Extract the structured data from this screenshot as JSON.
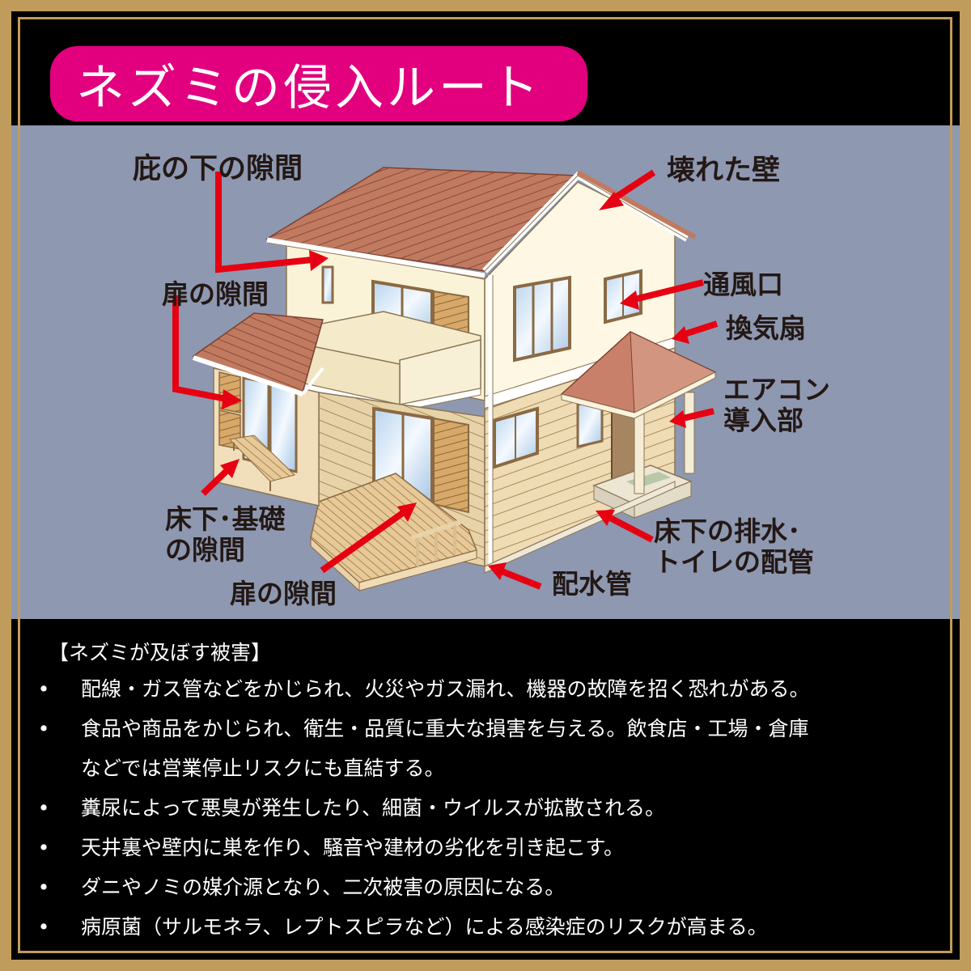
{
  "title": "ネズミの侵入ルート",
  "colors": {
    "frame_gold": "#c09c5c",
    "title_pill": "#e2007f",
    "illustration_bg": "#8e98b0",
    "arrow_red": "#e60012",
    "panel_black": "#000000"
  },
  "illustration": {
    "subject": "two-story house cutaway",
    "labels": [
      {
        "id": "eave-gap",
        "text": "庇の下の隙間"
      },
      {
        "id": "broken-wall",
        "text": "壊れた壁"
      },
      {
        "id": "door-gap-upper",
        "text": "扉の隙間"
      },
      {
        "id": "vent",
        "text": "通風口"
      },
      {
        "id": "exhaust-fan",
        "text": "換気扇"
      },
      {
        "id": "aircon-inlet",
        "lines": [
          "エアコン",
          "導入部"
        ]
      },
      {
        "id": "underfloor-foundation",
        "lines": [
          "床下･基礎",
          "の隙間"
        ]
      },
      {
        "id": "door-gap-lower",
        "text": "扉の隙間"
      },
      {
        "id": "drain-pipe",
        "text": "配水管"
      },
      {
        "id": "underfloor-drainage",
        "lines": [
          "床下の排水･",
          "トイレの配管"
        ]
      }
    ]
  },
  "damage": {
    "heading": "【ネズミが及ぼす被害】",
    "bullet_symbol": "•",
    "items": [
      {
        "lines": [
          "配線・ガス管などをかじられ、火災やガス漏れ、機器の故障を招く恐れがある。"
        ]
      },
      {
        "lines": [
          "食品や商品をかじられ、衛生・品質に重大な損害を与える。飲食店・工場・倉庫",
          "などでは営業停止リスクにも直結する。"
        ]
      },
      {
        "lines": [
          "糞尿によって悪臭が発生したり、細菌・ウイルスが拡散される。"
        ]
      },
      {
        "lines": [
          "天井裏や壁内に巣を作り、騒音や建材の劣化を引き起こす。"
        ]
      },
      {
        "lines": [
          "ダニやノミの媒介源となり、二次被害の原因になる。"
        ]
      },
      {
        "lines": [
          "病原菌（サルモネラ、レプトスピラなど）による感染症のリスクが高まる。"
        ]
      }
    ]
  }
}
